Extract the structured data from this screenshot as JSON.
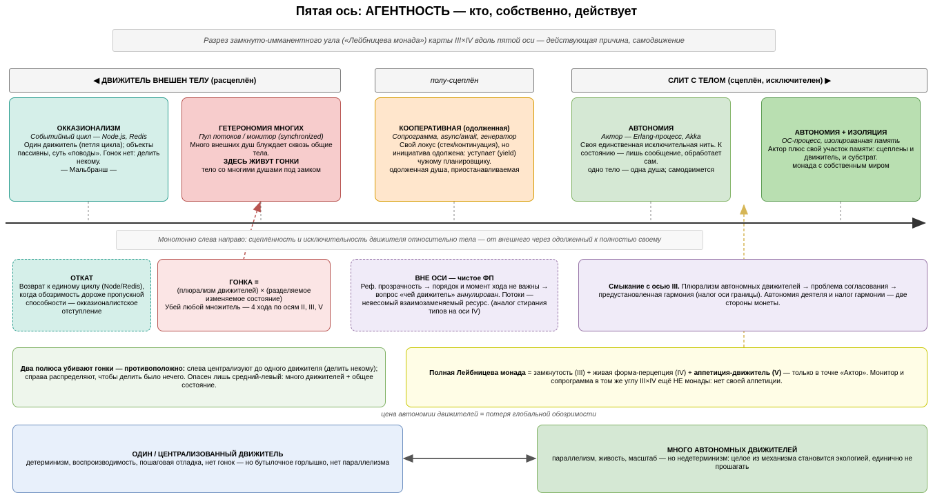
{
  "title": "Пятая ось: АГЕНТНОСТЬ — кто, собственно, действует",
  "subtitle": "Разрез замкнуто-имманентного угла («Лейбницева монада») карты III×IV вдоль пятой оси — действующая причина, самодвижение",
  "headers": {
    "left": "◀ ДВИЖИТЕЛЬ ВНЕШЕН ТЕЛУ (расцеплён)",
    "middle": "полу-сцеплён",
    "right": "СЛИТ С ТЕЛОМ (сцеплён, исключителен) ▶"
  },
  "top_boxes": [
    {
      "title": "ОККАЗИОНАЛИЗМ",
      "subtitle": "Событийный цикл — Node.js, Redis",
      "lines": [
        "Один движитель (петля цикла); объекты пассивны, суть «поводы». Гонок нет: делить некому.",
        "— Мальбранш —"
      ]
    },
    {
      "title": "ГЕТЕРОНОМИЯ МНОГИХ",
      "subtitle": "Пул потоков / монитор (synchronized)",
      "lines": [
        "Много внешних душ блуждает сквозь общие тела."
      ],
      "title2": "ЗДЕСЬ ЖИВУТ ГОНКИ",
      "lines2": [
        "тело со многими душами под замком"
      ]
    },
    {
      "title": "КООПЕРАТИВНАЯ (одолженная)",
      "subtitle": "Сопрограмма, async/await, генератор",
      "lines": [
        "Свой локус (стек/континуация), но инициатива одолжена: уступает (yield) чужому планировщику.",
        "одолженная душа, приостанавливаемая"
      ]
    },
    {
      "title": "АВТОНОМИЯ",
      "subtitle": "Актор — Erlang-процесс, Akka",
      "lines": [
        "Своя единственная исключительная нить. К состоянию — лишь сообщение, обработает сам.",
        "одно тело — одна душа; самодвижется"
      ]
    },
    {
      "title": "АВТОНОМИЯ + ИЗОЛЯЦИЯ",
      "subtitle": "ОС-процесс, изолированная память",
      "lines": [
        "Актор плюс свой участок памяти: сцеплены и движитель, и субстрат.",
        "монада с собственным миром"
      ]
    }
  ],
  "axis_note": "Монотонно слева направо: сцеплённость и исключительность движителя относительно тела — от внешнего через одолженный к полностью своему",
  "mid_boxes": {
    "otkat": {
      "title": "ОТКАТ",
      "text": "Возврат к единому циклу (Node/Redis), когда обозримость дороже пропускной способности — окказионалистское отступление"
    },
    "gonka": {
      "title": "ГОНКА =",
      "lines": [
        "(плюрализм движителей) × (разделяемое изменяемое состояние)",
        "Убей любой множитель — 4 хода по осям II, III, V"
      ]
    },
    "vne": {
      "title": "ВНЕ ОСИ — чистое ФП",
      "pre": "Реф. прозрачность → порядок и момент хода не важны → вопрос «чей движитель» ",
      "em": "аннулирован",
      "post": ". Потоки — невесомый взаимозаменяемый ресурс. (аналог стирания типов на оси IV)"
    },
    "smyk": {
      "bold": "Смыкание с осью III.",
      "text": " Плюрализм автономных движителей → проблема согласования → предустановленная гармония (налог оси границы). Автономия деятеля и налог гармонии — две стороны монеты."
    }
  },
  "lower_boxes": {
    "dva": {
      "bold": "Два полюса убивают гонки — противоположно:",
      "text": " слева централизуют до одного движителя (делить некому); справа распределяют, чтобы делить было нечего. Опасен лишь средний-левый: много движителей + общее состояние."
    },
    "monada": {
      "bold1": "Полная Лейбницева монада",
      "text1": " = замкнутость (III) + живая форма-перцепция (IV) + ",
      "bold2": "аппетиция-движитель (V)",
      "text2": " — только в точке «Актор». Монитор и сопрограмма в том же углу III×IV ещё НЕ монады: нет своей аппетиции."
    }
  },
  "price_note": "цена автономии движителей = потеря глобальной обозримости",
  "bottom_boxes": {
    "left": {
      "title": "ОДИН / ЦЕНТРАЛИЗОВАННЫЙ ДВИЖИТЕЛЬ",
      "text": "детерминизм, воспроизводимость, пошаговая отладка, нет гонок — но бутылочное горлышко, нет параллелизма"
    },
    "right": {
      "title": "МНОГО АВТОНОМНЫХ ДВИЖИТЕЛЕЙ",
      "text": "параллелизм, живость, масштаб — но недетерминизм: целое из механизма становится экологией, единично не прошагать"
    }
  },
  "colors": {
    "teal_fill": "#d5efe9",
    "teal_border": "#2a9d8f",
    "red_fill": "#f7cccc",
    "red_border": "#b85450",
    "orange_fill": "#ffe6cc",
    "orange_border": "#d79b00",
    "green_fill": "#d5e8d4",
    "green_border": "#82b366",
    "green2_fill": "#b9dfb1",
    "green2_border": "#5f9e56",
    "pink_fill": "#fbe5e5",
    "lilac_fill": "#f0ebf8",
    "lilac_border": "#9673a6",
    "yellow_fill": "#fffde6",
    "yellow_border": "#c8c800",
    "blue_fill": "#e8f0fb",
    "blue_border": "#6c8ebf",
    "pale_green_fill": "#eef6ec"
  }
}
